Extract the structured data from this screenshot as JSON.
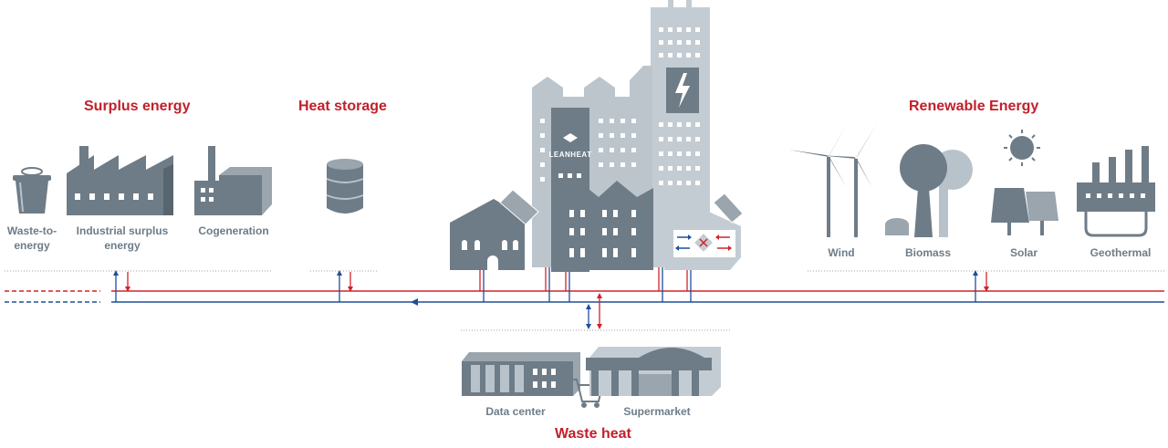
{
  "headings": {
    "surplus": "Surplus energy",
    "storage": "Heat storage",
    "renewable": "Renewable Energy",
    "waste": "Waste heat"
  },
  "labels": {
    "waste_to_energy": "Waste-to-\nenergy",
    "industrial": "Industrial surplus\nenergy",
    "cogeneration": "Cogeneration",
    "wind": "Wind",
    "biomass": "Biomass",
    "solar": "Solar",
    "geothermal": "Geothermal",
    "data_center": "Data center",
    "supermarket": "Supermarket"
  },
  "brand": "LEANHEAT",
  "colors": {
    "supply_line": "#d2232a",
    "return_line": "#1f4e9a",
    "heading": "#c0202b",
    "icon_dark": "#6e7c87",
    "icon_light": "#b8c2ca"
  }
}
